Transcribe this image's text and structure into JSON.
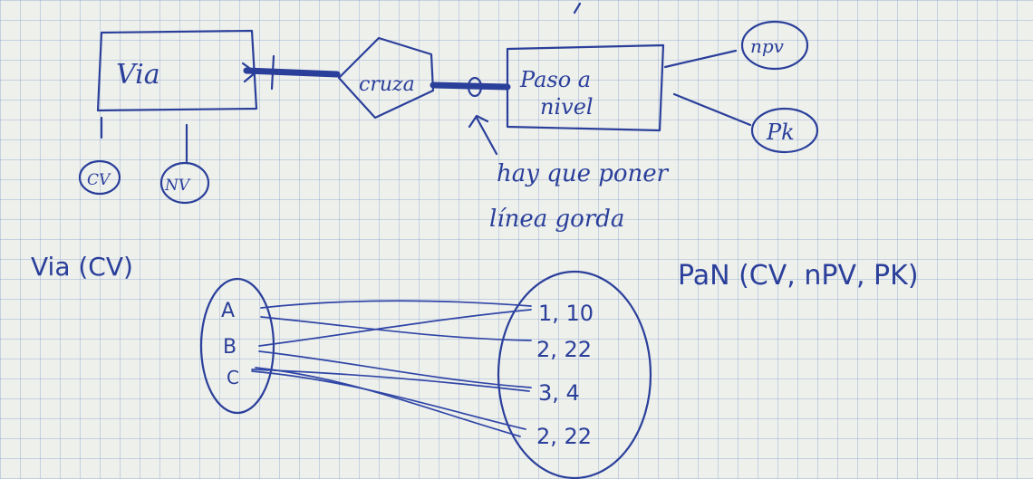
{
  "er_diagram": {
    "entity_via": "Via",
    "relationship": "cruza",
    "entity_paso": [
      "Paso a",
      "nivel"
    ],
    "attributes_via": [
      "CV",
      "NV"
    ],
    "attributes_paso": [
      "npv",
      "Pk"
    ],
    "note": [
      "hay que poner",
      "línea gorda"
    ]
  },
  "schema": {
    "via": "Via (CV)",
    "pan": "PaN (CV, nPV, PK)"
  },
  "mapping": {
    "left_set": [
      "A",
      "B",
      "C"
    ],
    "right_set": [
      "1, 10",
      "2, 22",
      "3, 4",
      "2, 22"
    ]
  }
}
